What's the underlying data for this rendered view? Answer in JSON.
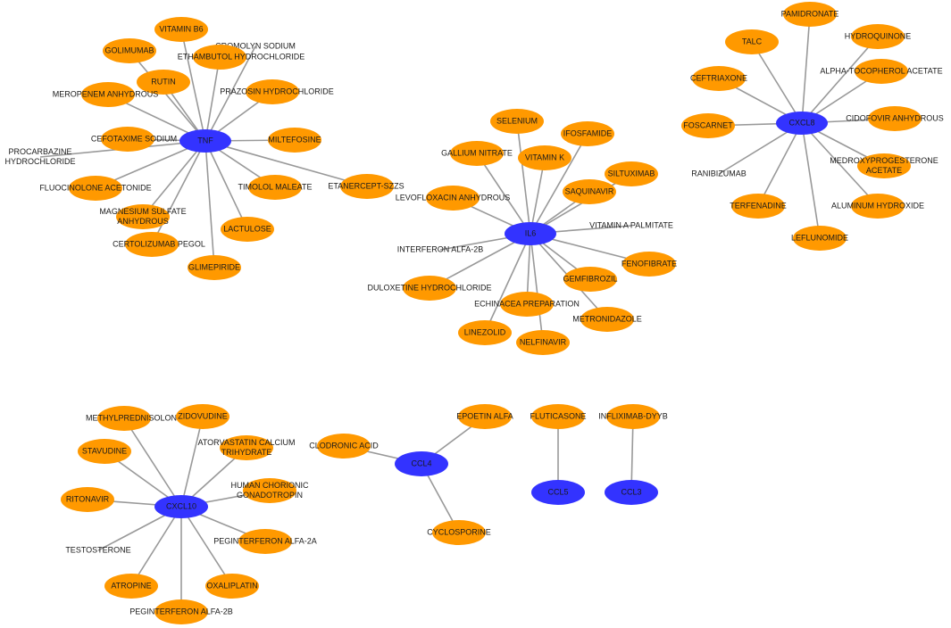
{
  "colors": {
    "drug_node": "#ff9900",
    "gene_node": "#3333ff",
    "edge": "#999999"
  },
  "network": {
    "clusters": [
      {
        "hub": "TNF",
        "drugs": [
          "VITAMIN B6",
          "CROMOLYN SODIUM",
          "ETHAMBUTOL HYDROCHLORIDE",
          "GOLIMUMAB",
          "RUTIN",
          "MEROPENEM ANHYDROUS",
          "PRAZOSIN HYDROCHLORIDE",
          "CEFOTAXIME SODIUM",
          "MILTEFOSINE",
          "PROCARBAZINE HYDROCHLORIDE",
          "FLUOCINOLONE ACETONIDE",
          "TIMOLOL MALEATE",
          "ETANERCEPT-SZZS",
          "MAGNESIUM SULFATE ANHYDROUS",
          "LACTULOSE",
          "CERTOLIZUMAB PEGOL",
          "GLIMEPIRIDE"
        ]
      },
      {
        "hub": "IL6",
        "drugs": [
          "SELENIUM",
          "IFOSFAMIDE",
          "GALLIUM NITRATE",
          "VITAMIN K",
          "SILTUXIMAB",
          "LEVOFLOXACIN ANHYDROUS",
          "SAQUINAVIR",
          "VITAMIN A PALMITATE",
          "INTERFERON ALFA-2B",
          "FENOFIBRATE",
          "GEMFIBROZIL",
          "DULOXETINE HYDROCHLORIDE",
          "ECHINACEA PREPARATION",
          "METRONIDAZOLE",
          "LINEZOLID",
          "NELFINAVIR"
        ]
      },
      {
        "hub": "CXCL8",
        "drugs": [
          "PAMIDRONATE",
          "TALC",
          "HYDROQUINONE",
          "ALPHA-TOCOPHEROL ACETATE",
          "CEFTRIAXONE",
          "FOSCARNET",
          "CIDOFOVIR ANHYDROUS",
          "MEDROXYPROGESTERONE ACETATE",
          "RANIBIZUMAB",
          "TERFENADINE",
          "ALUMINUM HYDROXIDE",
          "LEFLUNOMIDE"
        ]
      },
      {
        "hub": "CXCL10",
        "drugs": [
          "METHYLPREDNISOLONE",
          "ZIDOVUDINE",
          "ATORVASTATIN CALCIUM TRIHYDRATE",
          "STAVUDINE",
          "HUMAN CHORIONIC GONADOTROPIN",
          "RITONAVIR",
          "TESTOSTERONE",
          "PEGINTERFERON ALFA-2A",
          "ATROPINE",
          "OXALIPLATIN",
          "PEGINTERFERON ALFA-2B"
        ]
      },
      {
        "hub": "CCL4",
        "drugs": [
          "CLODRONIC ACID",
          "EPOETIN ALFA",
          "CYCLOSPORINE"
        ]
      },
      {
        "hub": "CCL5",
        "drugs": [
          "FLUTICASONE"
        ]
      },
      {
        "hub": "CCL3",
        "drugs": [
          "INFLIXIMAB-DYYB"
        ]
      }
    ]
  }
}
